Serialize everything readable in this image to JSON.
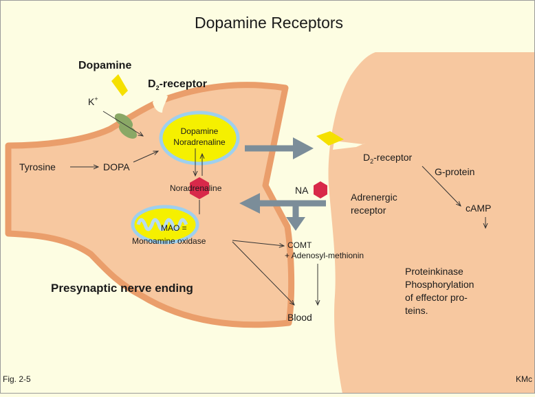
{
  "title": "Dopamine Receptors",
  "labels": {
    "dopamine": "Dopamine",
    "d2_pre_main": "D",
    "d2_pre_sub": "2",
    "d2_pre_rest": "-receptor",
    "k_main": "K",
    "k_sup": "+",
    "vesicle_line1": "Dopamine",
    "vesicle_line2": "Noradrenaline",
    "tyrosine": "Tyrosine",
    "dopa": "DOPA",
    "noradrenaline": "Noradrenaline",
    "mao_line1": "MAO =",
    "mao_line2": "Monoamine oxidase",
    "presynaptic": "Presynaptic nerve ending",
    "na": "NA",
    "d2_post_main": "D",
    "d2_post_sub": "2",
    "d2_post_rest": "-receptor",
    "gprotein": "G-protein",
    "adrenergic_line1": "Adrenergic",
    "adrenergic_line2": "receptor",
    "camp": "cAMP",
    "comt_line1": "COMT",
    "comt_line2": "+ Adenosyl-methionin",
    "proteinkinase_lines": [
      "Proteinkinase",
      "Phosphorylation",
      "of effector pro-",
      "teins."
    ],
    "blood": "Blood"
  },
  "footer": {
    "left": "Fig. 2-5",
    "right": "KMc"
  },
  "colors": {
    "background": "#fdfde2",
    "cell_fill": "#f7c8a0",
    "membrane": "#ea9e6b",
    "vesicle_fill": "#f5f000",
    "vesicle_ring": "#9ed0ee",
    "noradrenaline_hex": "#d8294a",
    "channel": "#8aa866",
    "arrow": "#7b8d99",
    "receptor_gap": "#fdfde2"
  }
}
